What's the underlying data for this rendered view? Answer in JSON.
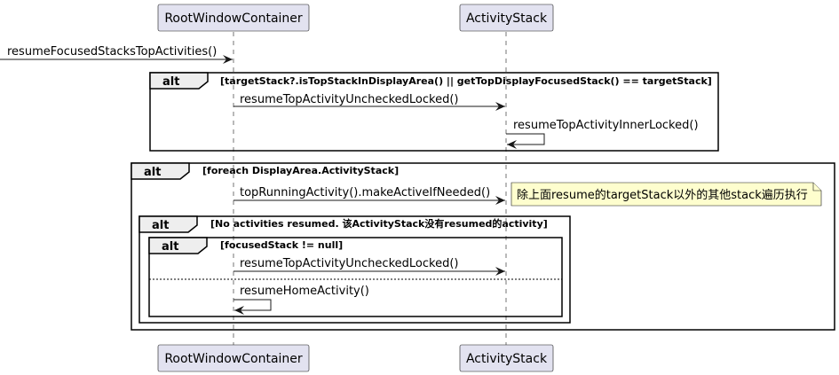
{
  "participants": {
    "root": "RootWindowContainer",
    "stack": "ActivityStack"
  },
  "messages": {
    "m1": "resumeFocusedStacksTopActivities()",
    "m2": "resumeTopActivityUncheckedLocked()",
    "m3": "resumeTopActivityInnerLocked()",
    "m4": "topRunningActivity().makeActiveIfNeeded()",
    "m5": "resumeTopActivityUncheckedLocked()",
    "m6": "resumeHomeActivity()"
  },
  "frames": {
    "f1": {
      "kind": "alt",
      "guard": "[targetStack?.isTopStackInDisplayArea() || getTopDisplayFocusedStack() == targetStack]"
    },
    "f2": {
      "kind": "alt",
      "guard": "[foreach DisplayArea.ActivityStack]"
    },
    "f3": {
      "kind": "alt",
      "guard": "[No activities resumed. 该ActivityStack没有resumed的activity]"
    },
    "f4": {
      "kind": "alt",
      "guard": "[focusedStack != null]"
    }
  },
  "note": "除上面resume的targetStack以外的其他stack遍历执行"
}
